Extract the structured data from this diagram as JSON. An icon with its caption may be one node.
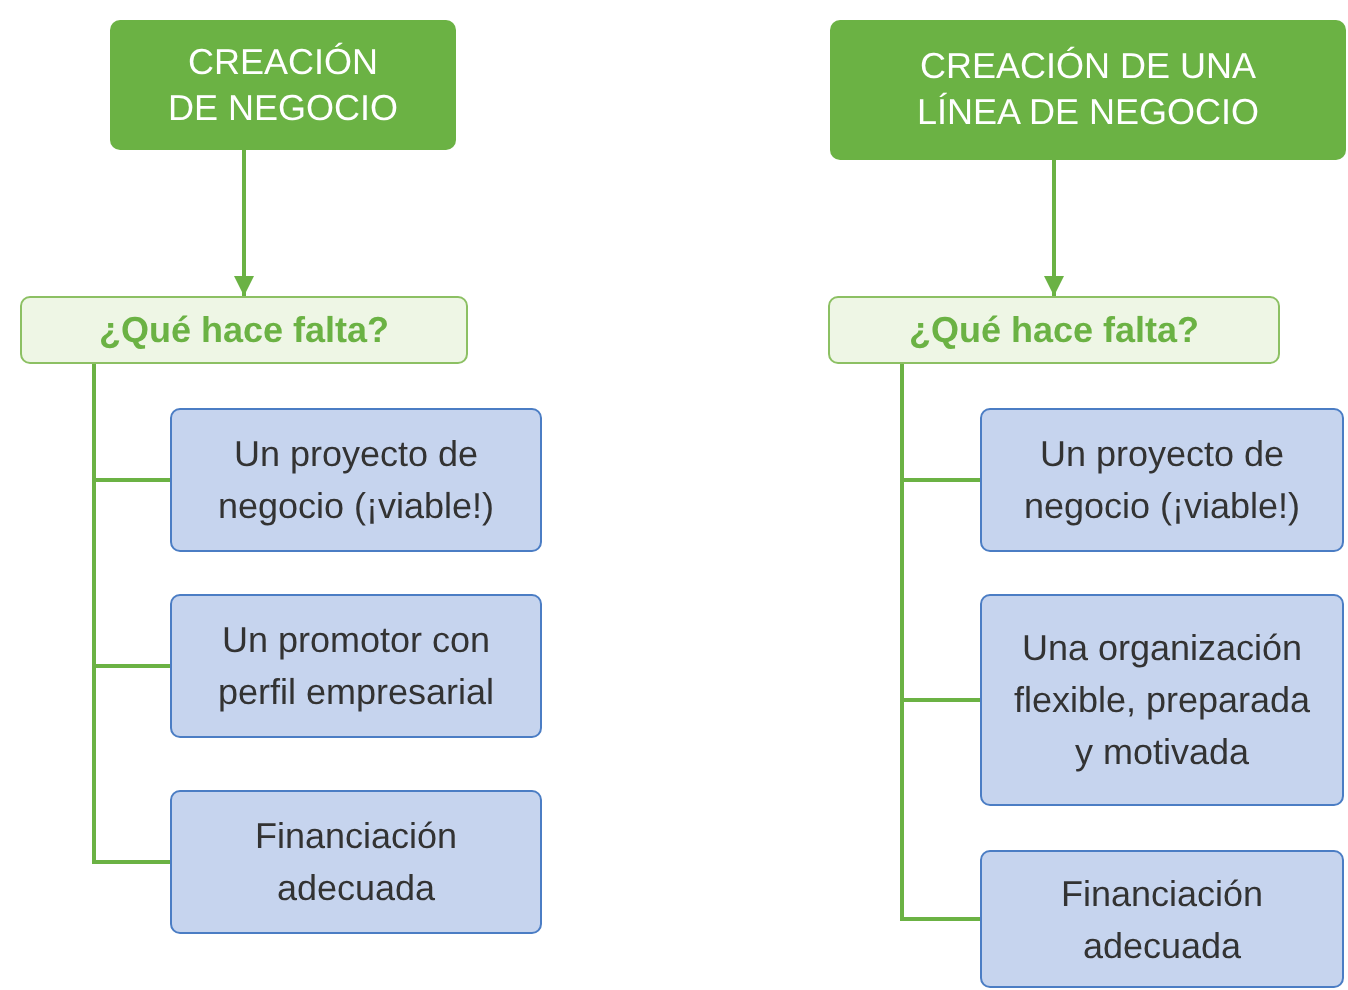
{
  "diagram": {
    "nodes": [
      {
        "text": [
          "CREACIÓN DE NEGOCIO"
        ]
      },
      {
        "text": [
          "¿Qué hace falta?"
        ]
      },
      {
        "text": [
          "Un proyecto de negocio (¡viable!)"
        ]
      },
      {
        "text": [
          "Un promotor con perfil empresarial"
        ]
      },
      {
        "text": [
          "Financiación adecuada"
        ]
      },
      {
        "text": [
          "CREACIÓN DE UNA LÍNEA DE NEGOCIO"
        ]
      },
      {
        "text": [
          "¿Qué hace falta?"
        ]
      },
      {
        "text": [
          "Un proyecto de negocio (¡viable!)"
        ]
      },
      {
        "text": [
          "Una organización flexible, preparada y motivada"
        ]
      },
      {
        "text": [
          "Financiación adecuada"
        ]
      }
    ],
    "edges": [
      {
        "from": 0,
        "to": 1,
        "arrow": "to"
      },
      {
        "from": 1,
        "to": 2,
        "arrow": "none"
      },
      {
        "from": 1,
        "to": 3,
        "arrow": "none"
      },
      {
        "from": 1,
        "to": 4,
        "arrow": "none"
      },
      {
        "from": 5,
        "to": 6,
        "arrow": "to"
      },
      {
        "from": 6,
        "to": 7,
        "arrow": "none"
      },
      {
        "from": 6,
        "to": 8,
        "arrow": "none"
      },
      {
        "from": 6,
        "to": 9,
        "arrow": "none"
      }
    ]
  }
}
